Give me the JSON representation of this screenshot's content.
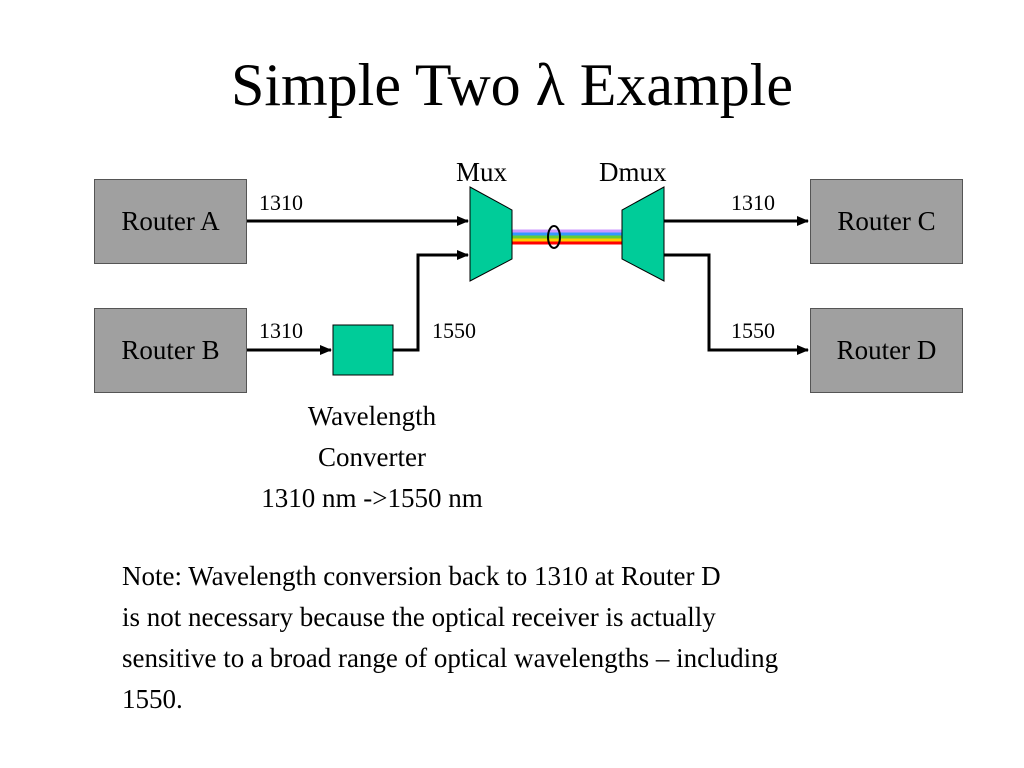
{
  "title": "Simple Two λ Example",
  "routers": {
    "a": "Router A",
    "b": "Router B",
    "c": "Router C",
    "d": "Router D"
  },
  "devices": {
    "mux": "Mux",
    "dmux": "Dmux"
  },
  "wavelengths": {
    "router_a_out": "1310",
    "router_b_out": "1310",
    "converter_out": "1550",
    "router_c_in": "1310",
    "router_d_in": "1550"
  },
  "converter": {
    "line1": "Wavelength",
    "line2": "Converter",
    "line3": "1310 nm ->1550 nm"
  },
  "note": {
    "line1": "Note: Wavelength conversion back to 1310 at Router D",
    "line2": "is not necessary because the optical receiver is actually",
    "line3": "sensitive to a broad range of optical wavelengths – including",
    "line4": "1550."
  },
  "colors": {
    "device_fill": "#00cc99",
    "router_fill": "#a0a0a0",
    "fiber_colors": [
      "#ff0000",
      "#ffcc00",
      "#66cc33",
      "#3399ff",
      "#cc99ff"
    ]
  }
}
